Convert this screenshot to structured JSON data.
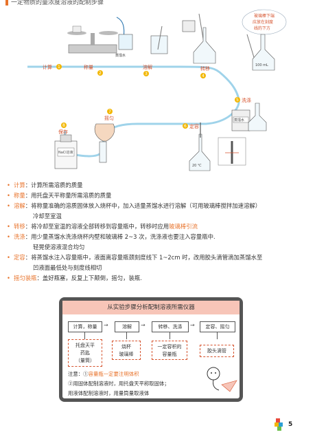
{
  "header": {
    "title": "一定物质的量浓度溶液的配制步骤"
  },
  "diagram": {
    "steps": [
      {
        "num": "1",
        "label": "计算"
      },
      {
        "num": "2",
        "label": "称量"
      },
      {
        "num": "3",
        "label": "溶解"
      },
      {
        "num": "4",
        "label": "转移"
      },
      {
        "num": "5",
        "label": "洗涤"
      },
      {
        "num": "6",
        "label": "定容"
      },
      {
        "num": "7",
        "label": "摇匀"
      },
      {
        "num": "8",
        "label": "保存"
      }
    ],
    "water_label": "蒸馏水",
    "flask_label_1": "100 mL",
    "flask_label_2": "20 ℃",
    "tip_bubble": [
      "玻璃棒下端",
      "应放在刻度",
      "线的下方"
    ],
    "bottle_label": "蒸馏水",
    "save_label": "NaCl溶液"
  },
  "steps": [
    {
      "key": "计算",
      "text": "：计算所需溶质的质量",
      "cont": []
    },
    {
      "key": "称量",
      "text": "：用托盘天平称量所需溶质的质量",
      "cont": []
    },
    {
      "key": "溶解",
      "text": "：将称量准确的溶质固体放入烧杯中，加入适量蒸馏水进行溶解（可用玻璃棒搅拌加速溶解）",
      "cont": [
        "冷却至室温"
      ]
    },
    {
      "key": "转移",
      "text": "：将冷却至室温的溶液全部转移到容量瓶中，转移时应用",
      "hl": "玻璃棒引流",
      "cont": []
    },
    {
      "key": "洗涤",
      "text": "：用少量蒸馏水洗涤烧杯内壁和玻璃棒 2~3 次，洗涤液也要注入容量瓶中.",
      "cont": [
        "轻晃使溶液混合均匀"
      ]
    },
    {
      "key": "定容",
      "text": "：将蒸馏水注入容量瓶中，液面离容量瓶颈刻度线下 1~2cm 时，改用胶头滴管滴加蒸馏水至",
      "cont": [
        "凹液面最低处与刻度线相切"
      ]
    },
    {
      "key": "摇匀装瓶",
      "text": "：盖好瓶塞，反复上下颠倒，摇匀，装瓶.",
      "cont": []
    }
  ],
  "card": {
    "title": "从实验步骤分析配制溶液所需仪器",
    "headers": [
      "计算，称量",
      "溶解",
      "转移、洗涤",
      "定容、摇匀"
    ],
    "items": [
      {
        "lines": [
          "托盘天平",
          "药匙",
          "（量筒）"
        ]
      },
      {
        "lines": [
          "烧杯",
          "玻璃棒"
        ]
      },
      {
        "lines": [
          "一定容积的",
          "容量瓶"
        ]
      },
      {
        "lines": [
          "胶头滴管"
        ]
      }
    ],
    "note_prefix": "注意：①",
    "note_hl": "容量瓶一定要注明体积",
    "note2": "②用固体配制溶液时，用托盘天平称取固体；",
    "note3": "用液体配制溶液时，用量筒量取液体"
  },
  "page": {
    "number": "5"
  }
}
